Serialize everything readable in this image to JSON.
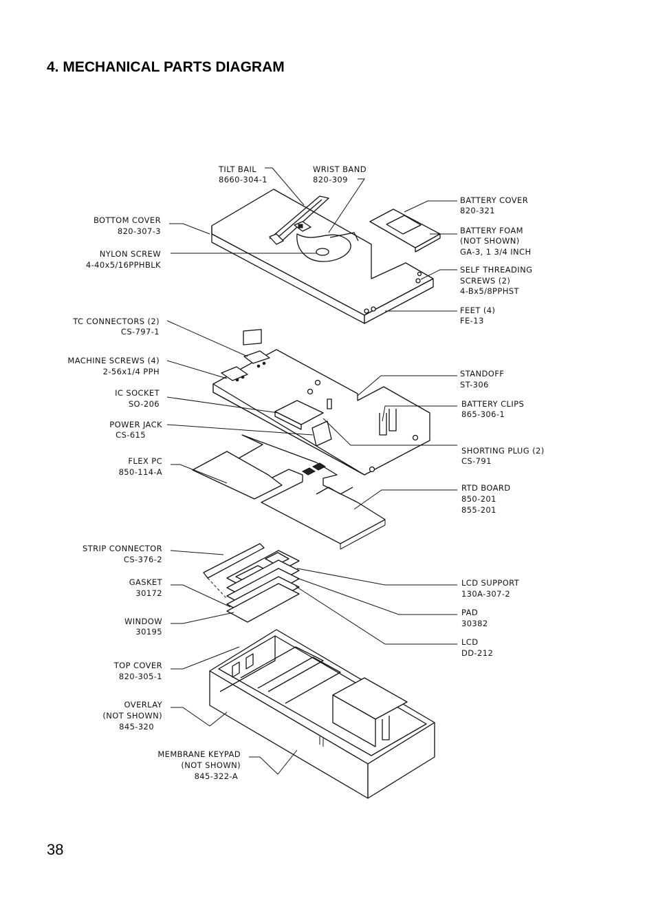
{
  "page": {
    "title": "4. MECHANICAL PARTS DIAGRAM",
    "number": "38"
  },
  "labels": {
    "tilt_bail": [
      "TILT BAIL",
      "8660-304-1"
    ],
    "wrist_band": [
      "WRIST BAND",
      "820-309"
    ],
    "battery_cover": [
      "BATTERY COVER",
      "820-321"
    ],
    "battery_foam": [
      "BATTERY FOAM",
      "(NOT SHOWN)",
      "GA-3, 1 3/4 INCH"
    ],
    "bottom_cover": [
      "BOTTOM COVER",
      "820-307-3"
    ],
    "nylon_screw": [
      "NYLON SCREW",
      "4-40x5/16PPHBLK"
    ],
    "self_threading_screws": [
      "SELF THREADING",
      "SCREWS (2)",
      "4-Bx5/8PPHST"
    ],
    "feet": [
      "FEET (4)",
      "FE-13"
    ],
    "tc_connectors": [
      "TC CONNECTORS (2)",
      "CS-797-1"
    ],
    "machine_screws": [
      "MACHINE SCREWS (4)",
      "2-56x1/4 PPH"
    ],
    "ic_socket": [
      "IC SOCKET",
      "SO-206"
    ],
    "power_jack": [
      "POWER JACK",
      "CS-615"
    ],
    "flex_pc": [
      "FLEX PC",
      "850-114-A"
    ],
    "standoff": [
      "STANDOFF",
      "ST-306"
    ],
    "battery_clips": [
      "BATTERY CLIPS",
      "865-306-1"
    ],
    "shorting_plug": [
      "SHORTING PLUG (2)",
      "CS-791"
    ],
    "rtd_board": [
      "RTD BOARD",
      "850-201",
      "855-201"
    ],
    "strip_connector": [
      "STRIP CONNECTOR",
      "CS-376-2"
    ],
    "gasket": [
      "GASKET",
      "30172"
    ],
    "window": [
      "WINDOW",
      "30195"
    ],
    "lcd_support": [
      "LCD SUPPORT",
      "130A-307-2"
    ],
    "pad": [
      "PAD",
      "30382"
    ],
    "lcd": [
      "LCD",
      "DD-212"
    ],
    "top_cover": [
      "TOP COVER",
      "820-305-1"
    ],
    "overlay": [
      "OVERLAY",
      "(NOT SHOWN)",
      "845-320"
    ],
    "membrane_keypad": [
      "MEMBRANE KEYPAD",
      "(NOT SHOWN)",
      "845-322-A"
    ]
  }
}
